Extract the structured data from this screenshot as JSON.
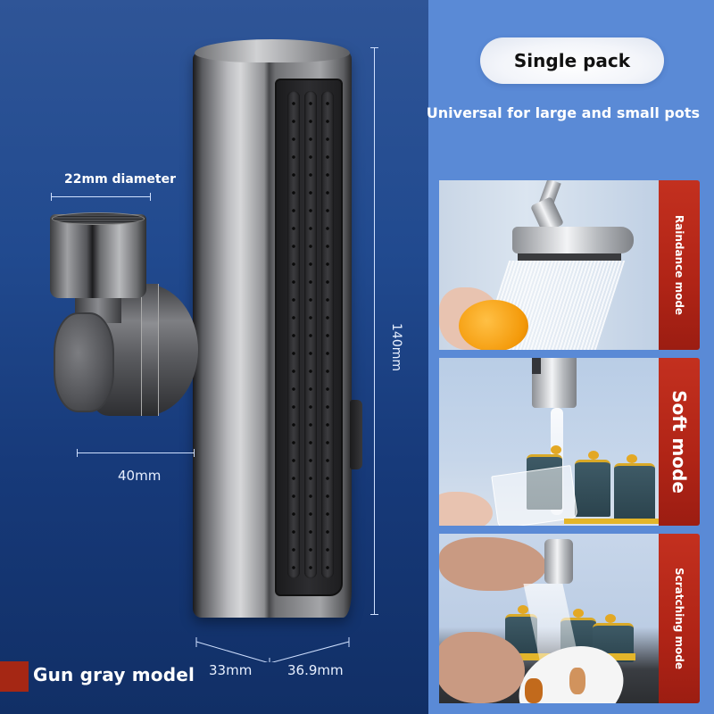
{
  "product": {
    "model_label": "Gun gray model",
    "pack_label": "Single pack",
    "tagline": "Universal for large and small pots",
    "colors": {
      "left_background": "#214a8f",
      "right_background": "#5a8ad6",
      "accent_red": "#b02416",
      "finish": "gun gray"
    }
  },
  "dimensions": {
    "inlet_diameter": "22mm diameter",
    "arm_length": "40mm",
    "height": "140mm",
    "depth": "33mm",
    "width": "36.9mm"
  },
  "modes": [
    {
      "label": "Raindance mode",
      "scene": "orange rinsed under wide rain spray"
    },
    {
      "label": "Soft mode",
      "scene": "glass filled under soft stream"
    },
    {
      "label": "Scratching mode",
      "scene": "plate scrubbed with pressure spray"
    }
  ]
}
